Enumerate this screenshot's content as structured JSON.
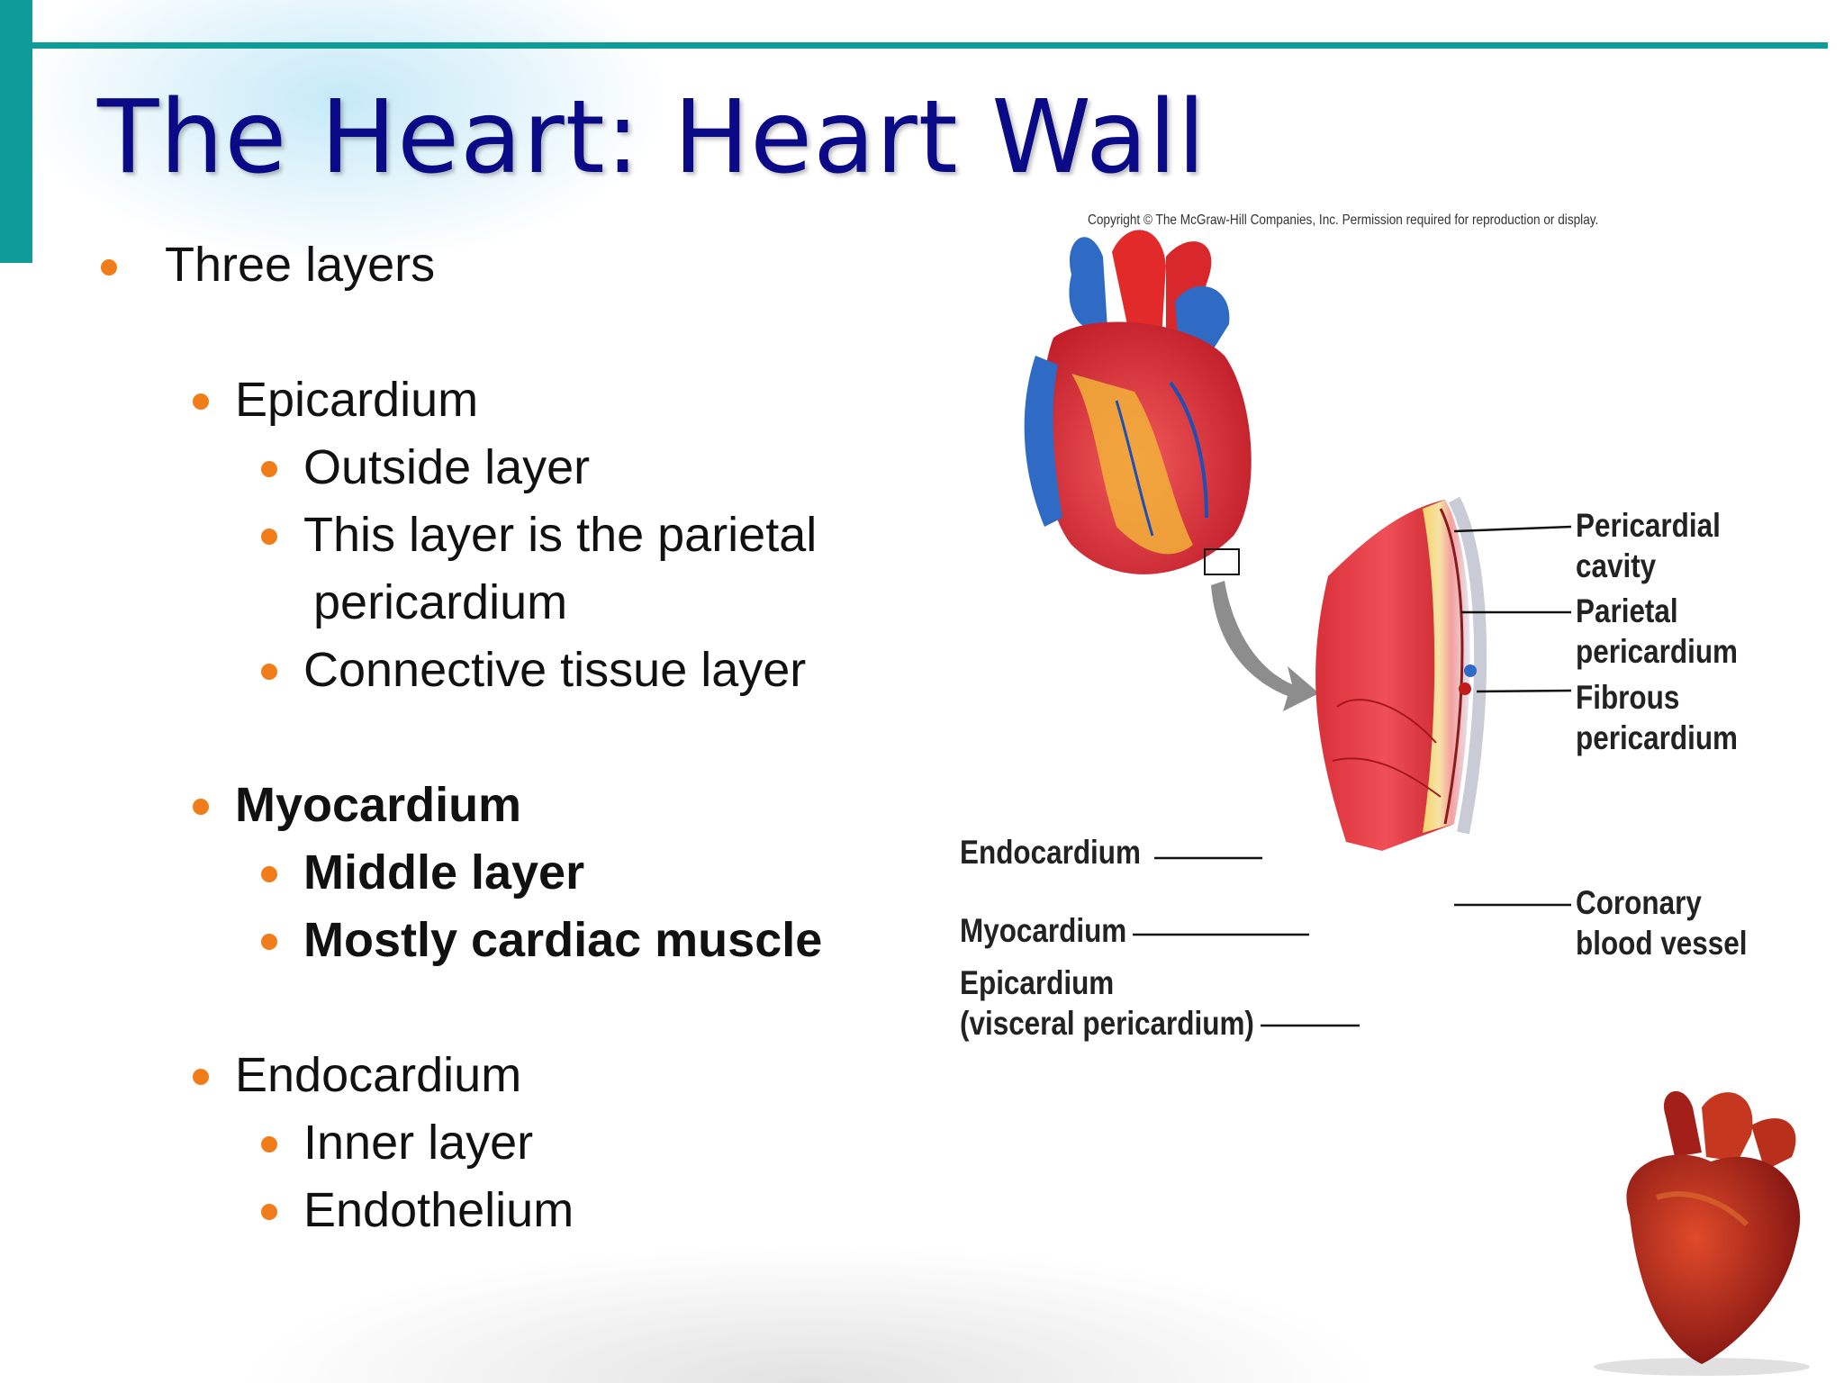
{
  "slide": {
    "title": "The Heart: Heart Wall",
    "bullets": {
      "intro": "Three layers",
      "epicardium": "Epicardium",
      "epi_1": "Outside layer",
      "epi_2a": "This layer is the parietal",
      "epi_2b": "pericardium",
      "epi_3": "Connective tissue layer",
      "myocardium": "Myocardium",
      "myo_1": "Middle layer",
      "myo_2": "Mostly cardiac muscle",
      "endocardium": "Endocardium",
      "endo_1": "Inner layer",
      "endo_2": "Endothelium"
    },
    "figure": {
      "copyright": "Copyright © The McGraw-Hill Companies, Inc. Permission required for reproduction or display.",
      "labels": {
        "pericardial_cavity_1": "Pericardial",
        "pericardial_cavity_2": "cavity",
        "parietal_1": "Parietal",
        "parietal_2": "pericardium",
        "fibrous_1": "Fibrous",
        "fibrous_2": "pericardium",
        "endocardium": "Endocardium",
        "myocardium": "Myocardium",
        "epicardium_1": "Epicardium",
        "epicardium_2": "(visceral pericardium)",
        "coronary_1": "Coronary",
        "coronary_2": "blood vessel"
      }
    },
    "colors": {
      "accent": "#0f9c98",
      "title": "#0b0a86",
      "bullet": "#f07d1a"
    }
  }
}
